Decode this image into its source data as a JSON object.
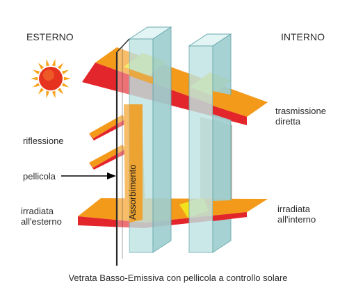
{
  "labels": {
    "outside": "ESTERNO",
    "inside": "INTERNO",
    "reflection": "riflessione",
    "film": "pellicola",
    "radiated_out": "irradiata\nall'esterno",
    "direct_transmission": "trasmissione\ndiretta",
    "radiated_in": "irradiata\nall'interno",
    "absorption": "Assorbimento"
  },
  "caption": "Vetrata Basso-Emissiva con pellicola a controllo solare",
  "colors": {
    "orange": "#f39a1a",
    "red": "#e3262b",
    "yellow": "#f2e21e",
    "glass_front": "#bfe3e3",
    "glass_side": "#9fcfd0",
    "glass_top": "#e2f4f4",
    "glass_edge": "#6aa9ad",
    "film": "#2a2a2a",
    "sun_core": "#e53320",
    "sun_ray": "#f7a21b"
  },
  "icons": {
    "sun": "sun-icon",
    "pointer": "arrow-right-icon"
  }
}
